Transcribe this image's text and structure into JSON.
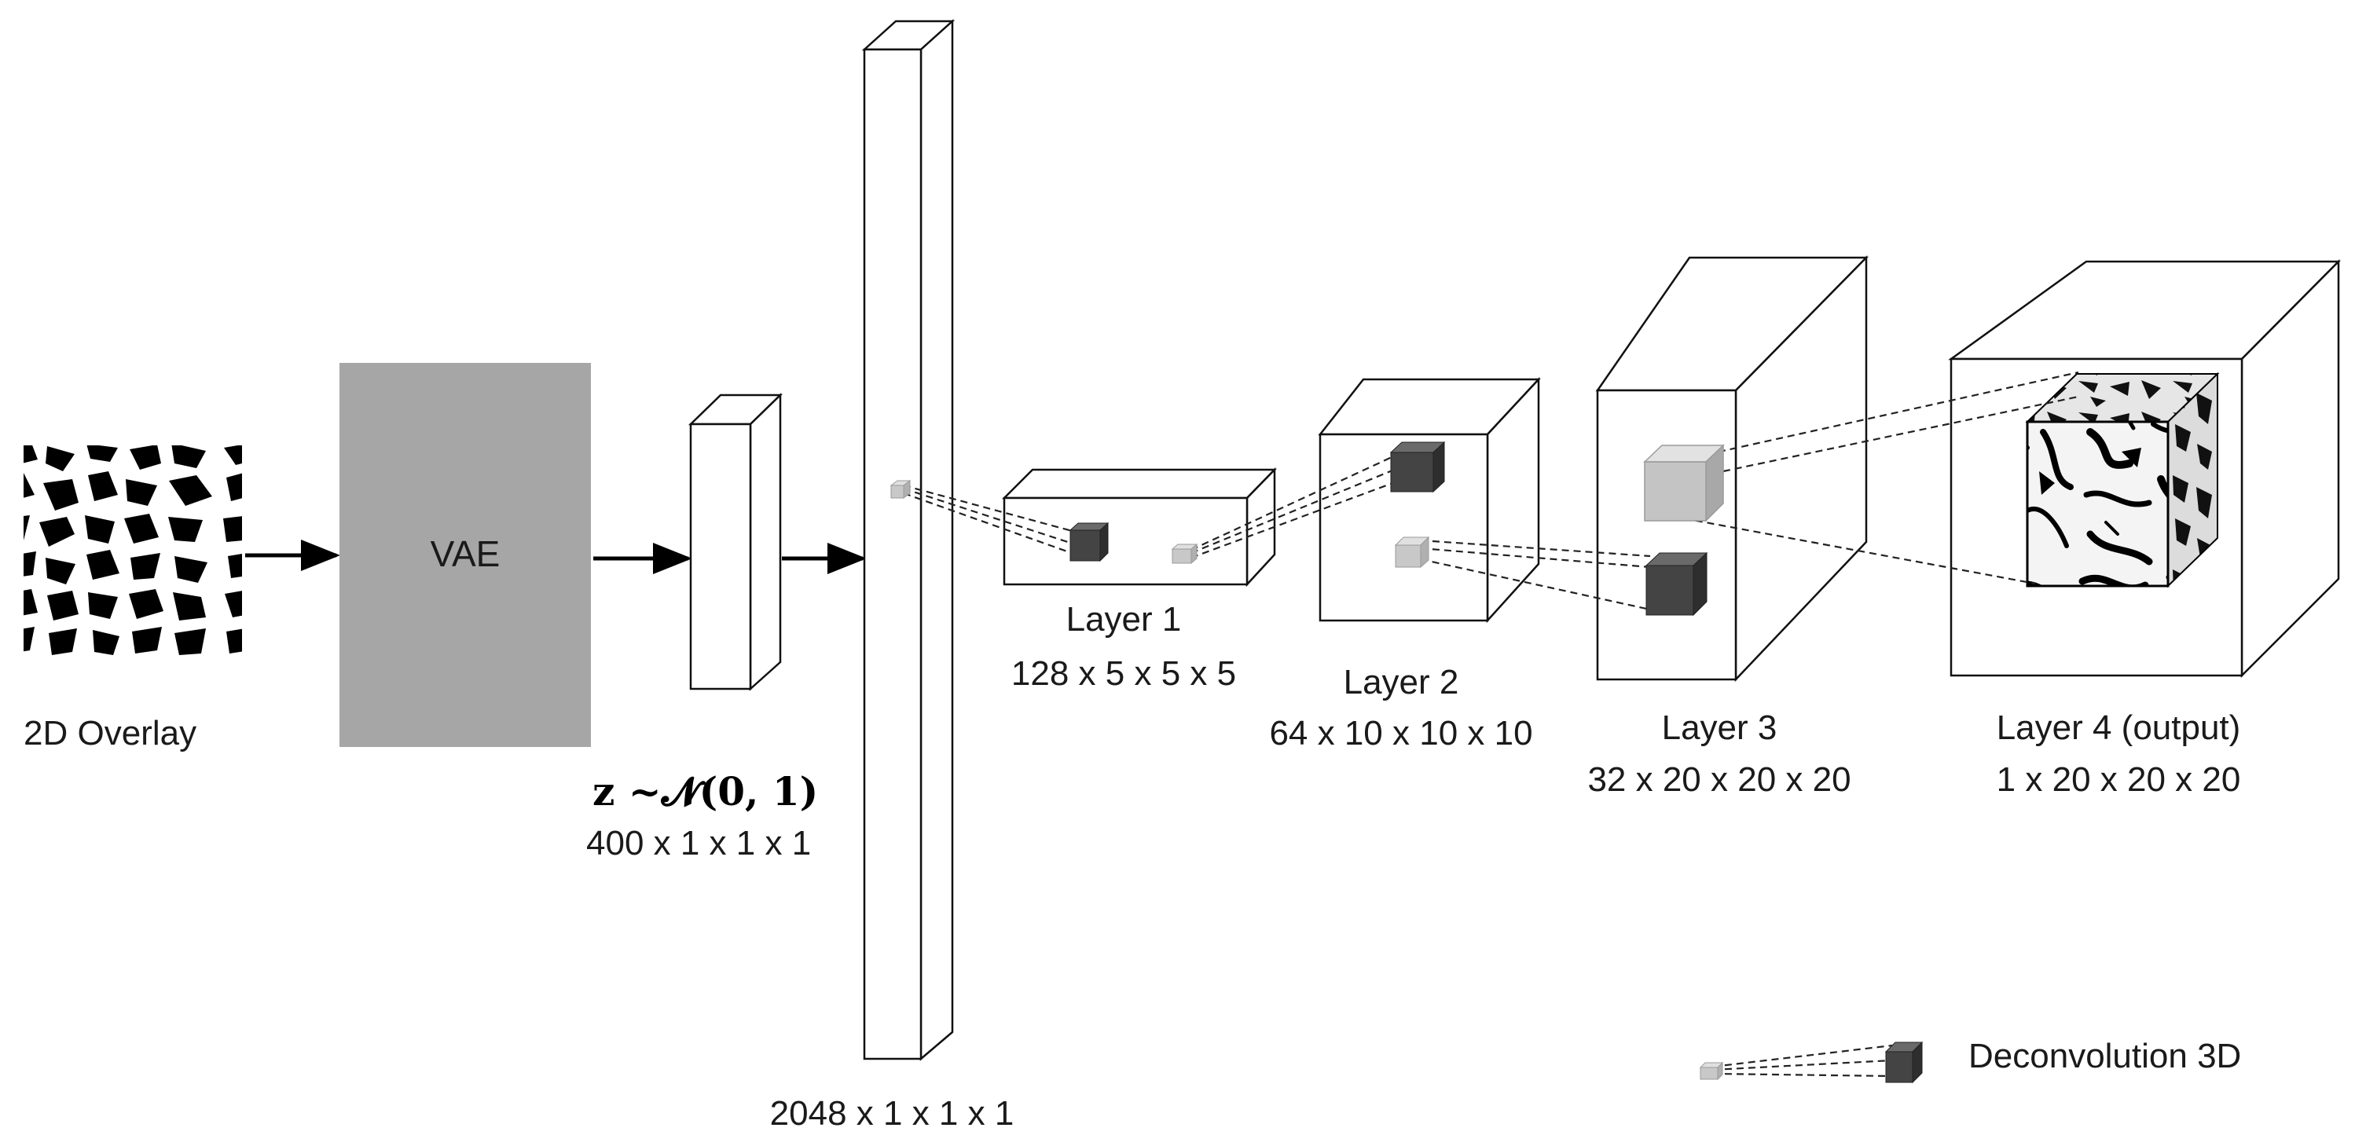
{
  "labels": {
    "overlay": "2D Overlay",
    "vae": "VAE",
    "latent_formula": "z ~𝓝(0, 1)",
    "latent_dims": "400 x 1 x 1 x 1",
    "fc_dims": "2048 x 1 x 1 x 1",
    "layer1_name": "Layer 1",
    "layer1_dims": "128 x 5 x 5 x 5",
    "layer2_name": "Layer 2",
    "layer2_dims": "64 x 10 x 10 x 10",
    "layer3_name": "Layer 3",
    "layer3_dims": "32 x 20 x 20 x 20",
    "layer4_name": "Layer 4 (output)",
    "layer4_dims": "1 x 20 x 20 x 20",
    "legend": "Deconvolution 3D"
  },
  "colors": {
    "vae_fill": "#a6a6a6",
    "kernel_dark": "#3f3f3f",
    "kernel_light": "#c2c2c2",
    "stroke": "#111111"
  }
}
